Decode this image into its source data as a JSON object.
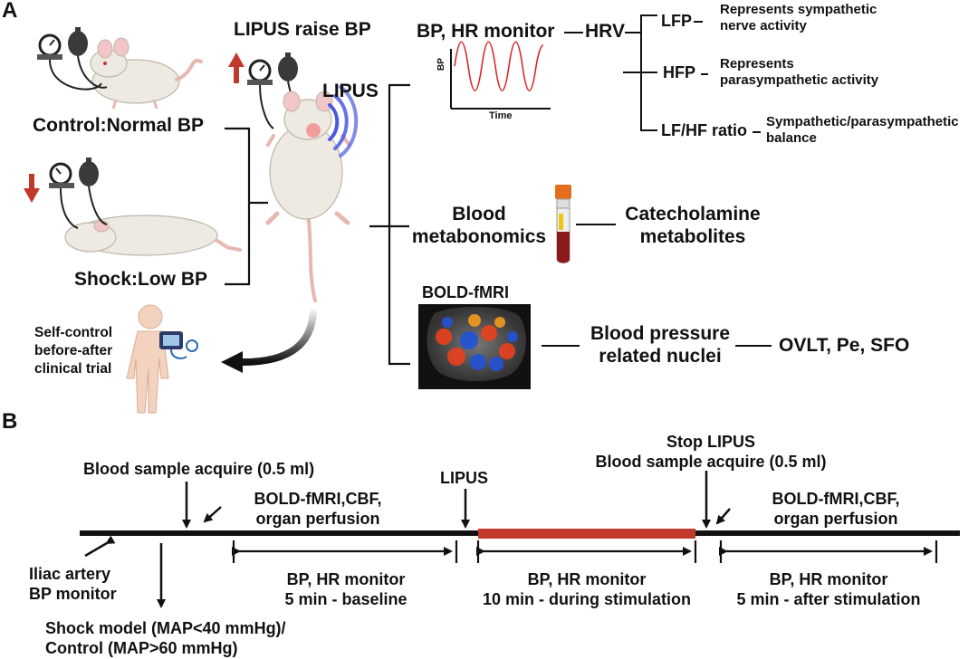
{
  "panel_a": {
    "label": "A",
    "control_label": "Control:Normal BP",
    "shock_label": "Shock:Low BP",
    "lipus_raise": "LIPUS raise BP",
    "lipus": "LIPUS",
    "self_control": [
      "Self-control",
      "before-after",
      "clinical trial"
    ],
    "monitor_title": "BP, HR monitor",
    "hrv": "HRV",
    "plot": {
      "ylabel": "BP",
      "xlabel": "Time"
    },
    "lfp": "LFP",
    "lfp_desc": [
      "Represents sympathetic",
      "nerve activity"
    ],
    "hfp": "HFP",
    "hfp_desc": [
      "Represents",
      "parasympathetic activity"
    ],
    "lfhf": "LF/HF ratio",
    "lfhf_desc": [
      "Sympathetic/parasympathetic",
      "balance"
    ],
    "blood": [
      "Blood",
      "metabonomics"
    ],
    "catechol": [
      "Catecholamine",
      "metabolites"
    ],
    "bold": "BOLD-fMRI",
    "nuclei": [
      "Blood pressure",
      "related nuclei"
    ],
    "ovlt": "OVLT, Pe, SFO"
  },
  "panel_b": {
    "label": "B",
    "blood1": "Blood sample acquire (0.5 ml)",
    "bold1": [
      "BOLD-fMRI,CBF,",
      "organ perfusion"
    ],
    "lipus": "LIPUS",
    "stop": "Stop LIPUS",
    "blood2": "Blood sample acquire (0.5 ml)",
    "bold2": [
      "BOLD-fMRI,CBF,",
      "organ perfusion"
    ],
    "iliac": [
      "Iliac artery",
      "BP monitor"
    ],
    "shock_model": [
      "Shock model (MAP<40 mmHg)/",
      "Control (MAP>60 mmHg)"
    ],
    "seg1": [
      "BP, HR monitor",
      "5 min - baseline"
    ],
    "seg2": [
      "BP, HR monitor",
      "10 min - during stimulation"
    ],
    "seg3": [
      "BP, HR monitor",
      "5 min - after stimulation"
    ]
  },
  "colors": {
    "arrow_red": "#c0392b",
    "stim_bar": "#c0392b",
    "wave": "#d62728",
    "lipus_wave": "#4a5be0",
    "mouse": "#eeeae2",
    "skin": "#f3d2c0"
  }
}
